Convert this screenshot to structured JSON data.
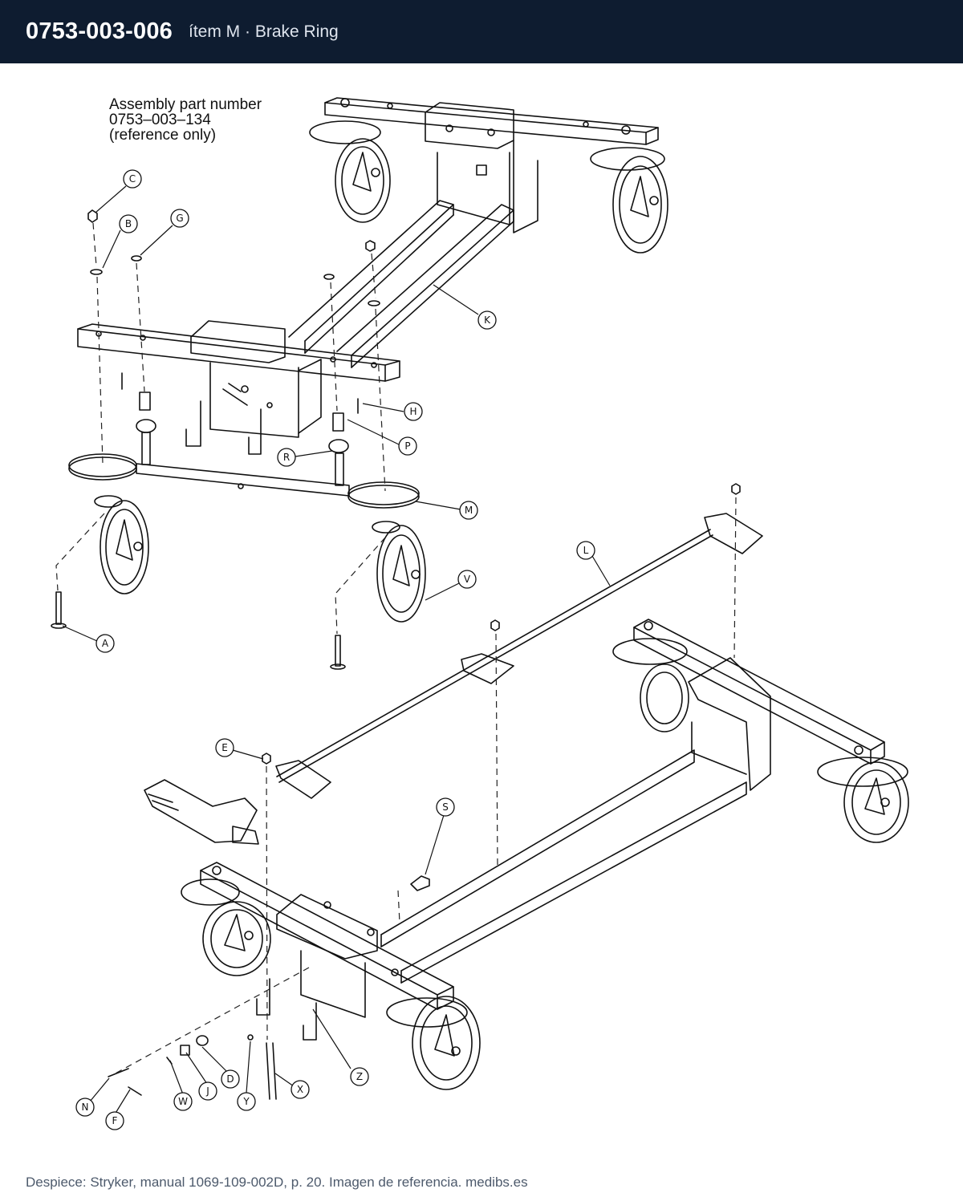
{
  "header": {
    "part_number": "0753-003-006",
    "item_label": "ítem M · Brake Ring",
    "background": "#0e1c30"
  },
  "assembly_note": {
    "line1": "Assembly part number",
    "line2": "0753–003–134",
    "line3": "(reference only)"
  },
  "callouts": {
    "A": "A",
    "B": "B",
    "C": "C",
    "D": "D",
    "E": "E",
    "F": "F",
    "G": "G",
    "H": "H",
    "J": "J",
    "K": "K",
    "L": "L",
    "M": "M",
    "N": "N",
    "P": "P",
    "R": "R",
    "S": "S",
    "V": "V",
    "W": "W",
    "X": "X",
    "Y": "Y",
    "Z": "Z"
  },
  "footer": {
    "source": "Despiece: Stryker, manual 1069-109-002D, p. 20. Imagen de referencia. medibs.es"
  }
}
